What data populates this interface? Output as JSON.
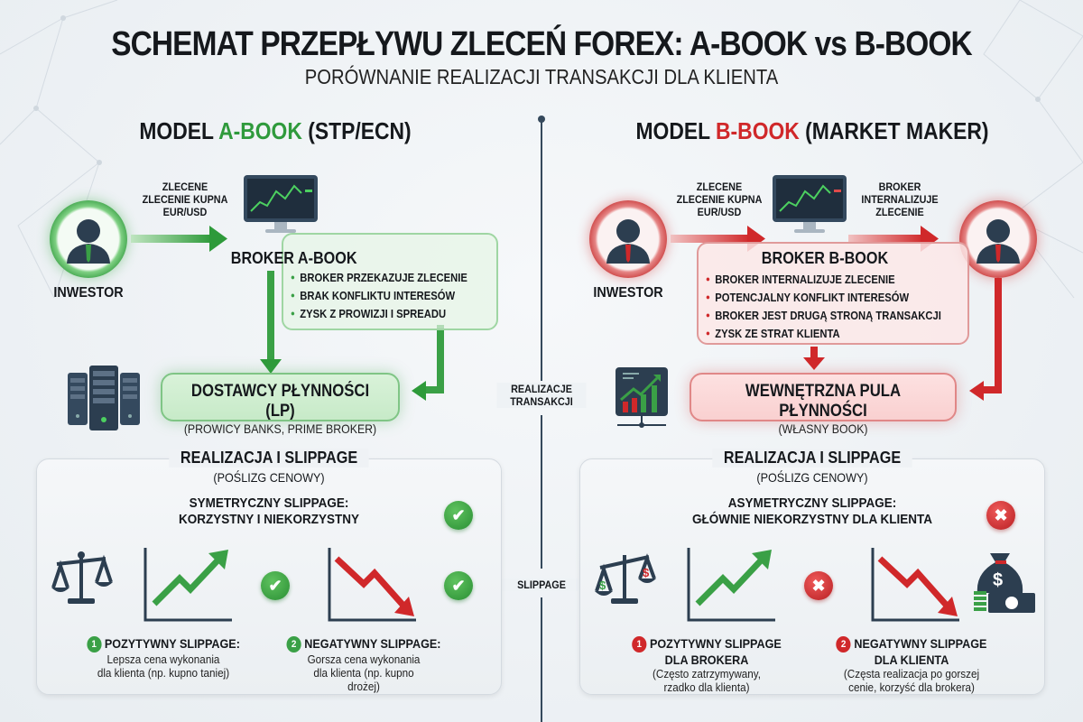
{
  "header": {
    "title": "SCHEMAT PRZEPŁYWU ZLECEŃ FOREX: A-BOOK vs B-BOOK",
    "subtitle": "PORÓWNANIE REALIZACJI TRANSAKCJI DLA KLIENTA"
  },
  "center": {
    "execution_label_1": "REALIZACJE",
    "execution_label_2": "TRANSAKCJI",
    "slippage_label": "SLIPPAGE"
  },
  "a_book": {
    "title_prefix": "MODEL ",
    "title_accent": "A-BOOK",
    "title_suffix": " (STP/ECN)",
    "accent_color": "#2f9a3c",
    "investor_label": "INWESTOR",
    "order_label_1": "ZLECENE",
    "order_label_2": "ZLECENIE KUPNA",
    "order_label_3": "EUR/USD",
    "broker_label": "BROKER A-BOOK",
    "bullets": [
      "BROKER PRZEKAZUJE ZLECENIE",
      "BRAK KONFLIKTU INTERESÓW",
      "ZYSK Z PROWIZJI I SPREADU"
    ],
    "pool_title": "DOSTAWCY PŁYNNOŚCI (LP)",
    "pool_sub": "(PROWICY BANKS, PRIME BROKER)",
    "panel": {
      "title": "REALIZACJA I SLIPPAGE",
      "subtitle": "(POŚLIZG CENOWY)",
      "head_1": "SYMETRYCZNY SLIPPAGE:",
      "head_2": "KORZYSTNY I NIEKORZYSTNY",
      "item1_num": "1",
      "item1_title": "POZYTYWNY SLIPPAGE:",
      "item1_text_1": "Lepsza cena wykonania",
      "item1_text_2": "dla klienta (np. kupno taniej)",
      "item2_num": "2",
      "item2_title": "NEGATYWNY SLIPPAGE:",
      "item2_text_1": "Gorsza cena wykonania",
      "item2_text_2": "dla klienta (np. kupno",
      "item2_text_3": "drożej)",
      "check": "✔"
    }
  },
  "b_book": {
    "title_prefix": "MODEL ",
    "title_accent": "B-BOOK",
    "title_suffix": " (MARKET MAKER)",
    "accent_color": "#d0282a",
    "investor_label": "INWESTOR",
    "order_label_1": "ZLECENE",
    "order_label_2": "ZLECENIE KUPNA",
    "order_label_3": "EUR/USD",
    "internal_label_1": "BROKER",
    "internal_label_2": "INTERNALIZUJE",
    "internal_label_3": "ZLECENIE",
    "broker_label": "BROKER B-BOOK",
    "bullets": [
      "BROKER INTERNALIZUJE ZLECENIE",
      "POTENCJALNY KONFLIKT INTERESÓW",
      "BROKER JEST DRUGĄ STRONĄ TRANSAKCJI",
      "ZYSK ZE STRAT KLIENTA"
    ],
    "pool_title": "WEWNĘTRZNA PULA PŁYNNOŚCI",
    "pool_sub": "(WŁASNY BOOK)",
    "panel": {
      "title": "REALIZACJA I SLIPPAGE",
      "subtitle": "(POŚLIZG CENOWY)",
      "head_1": "ASYMETRYCZNY SLIPPAGE:",
      "head_2": "GŁÓWNIE NIEKORZYSTNY DLA KLIENTA",
      "item1_num": "1",
      "item1_title_1": "POZYTYWNY SLIPPAGE",
      "item1_title_2": "DLA BROKERA",
      "item1_text_1": "(Często zatrzymywany,",
      "item1_text_2": "rzadko dla klienta)",
      "item2_num": "2",
      "item2_title_1": "NEGATYWNY SLIPPAGE",
      "item2_title_2": "DLA KLIENTA",
      "item2_text_1": "(Częsta realizacja po gorszej",
      "item2_text_2": "cenie, korzyść dla brokera)",
      "cross": "✖",
      "dollar": "$"
    }
  }
}
